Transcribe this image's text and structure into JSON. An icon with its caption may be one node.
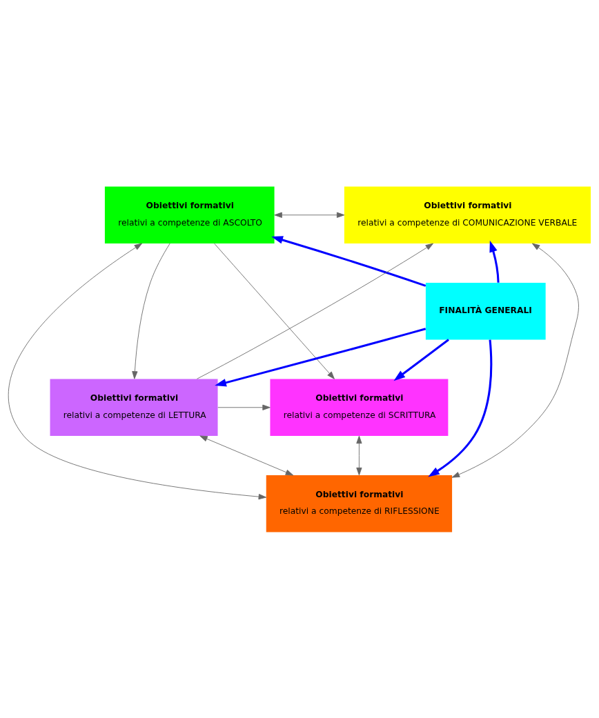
{
  "diagram": {
    "nodes": [
      {
        "text": [
          "Obiettivi formativi",
          "relativi a competenze di ASCOLTO"
        ]
      },
      {
        "text": [
          "Obiettivi formativi",
          "relativi a competenze di COMUNICAZIONE VERBALE"
        ]
      },
      {
        "text": [
          "FINALITÀ GENERALI"
        ]
      },
      {
        "text": [
          "Obiettivi formativi",
          "relativi a competenze di LETTURA"
        ]
      },
      {
        "text": [
          "Obiettivi formativi",
          "relativi a competenze di SCRITTURA"
        ]
      },
      {
        "text": [
          "Obiettivi formativi",
          "relativi a competenze di RIFLESSIONE"
        ]
      }
    ],
    "edges": [
      {
        "from": 0,
        "to": 1,
        "arrow": "both"
      },
      {
        "from": 3,
        "to": 1,
        "arrow": "to"
      },
      {
        "from": 0,
        "to": 4,
        "arrow": "to"
      },
      {
        "from": 2,
        "to": 0,
        "arrow": "to",
        "style": "thick",
        "color": "#0000ff"
      },
      {
        "from": 2,
        "to": 1,
        "arrow": "to",
        "style": "thick",
        "color": "#0000ff"
      },
      {
        "from": 0,
        "to": 3,
        "arrow": "to"
      },
      {
        "from": 2,
        "to": 3,
        "arrow": "to",
        "style": "thick",
        "color": "#0000ff"
      },
      {
        "from": 2,
        "to": 4,
        "arrow": "to",
        "style": "thick",
        "color": "#0000ff"
      },
      {
        "from": 3,
        "to": 4,
        "arrow": "to"
      },
      {
        "from": 2,
        "to": 5,
        "arrow": "to",
        "style": "thick",
        "color": "#0000ff"
      },
      {
        "from": 3,
        "to": 5,
        "arrow": "both"
      },
      {
        "from": 4,
        "to": 5,
        "arrow": "both"
      },
      {
        "from": 0,
        "to": 5,
        "arrow": "both"
      },
      {
        "from": 1,
        "to": 5,
        "arrow": "both"
      }
    ]
  }
}
